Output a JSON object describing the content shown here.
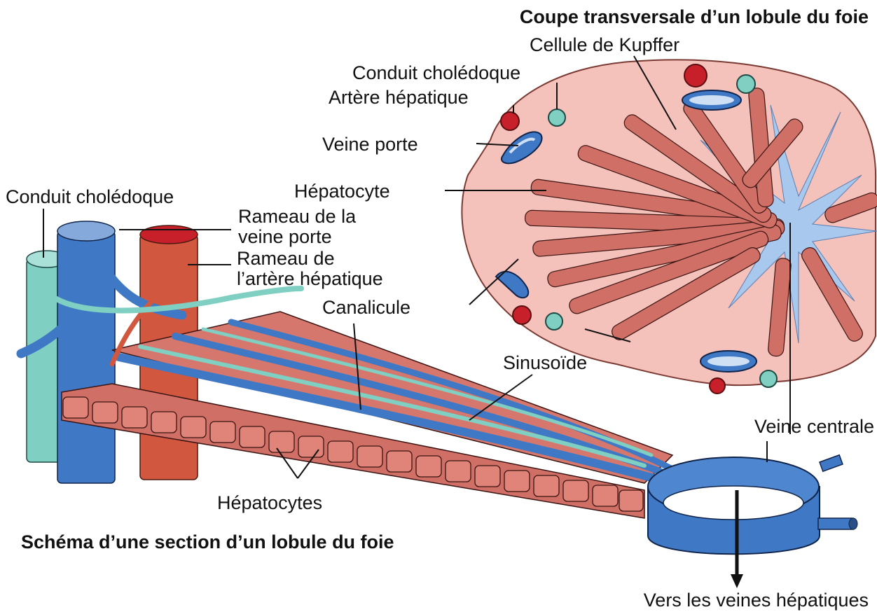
{
  "titles": {
    "top": "Coupe transversale d’un lobule du foie",
    "bottom": "Schéma d’une section d’un lobule du foie"
  },
  "labels": {
    "kupffer": "Cellule de Kupffer",
    "conduit_top": "Conduit cholédoque",
    "artere": "Artère hépatique",
    "veine_porte": "Veine porte",
    "hepatocyte": "Hépatocyte",
    "conduit_left": "Conduit cholédoque",
    "rameau_veine_1": "Rameau de la",
    "rameau_veine_2": "veine porte",
    "rameau_artere_1": "Rameau de",
    "rameau_artere_2": "l’artère hépatique",
    "canalicule": "Canalicule",
    "sinusoide": "Sinusoïde",
    "veine_centrale": "Veine centrale",
    "hepatocytes": "Hépatocytes",
    "vers_veines": "Vers les veines hépatiques"
  },
  "colors": {
    "lobule_bg": "#f4c2bb",
    "hepatocyte": "#e08479",
    "portal_vein_blue": "#3f78c4",
    "central_vein_light": "#9cc0ea",
    "artery_red": "#d1583f",
    "bile_duct_teal": "#7fcfc2"
  }
}
